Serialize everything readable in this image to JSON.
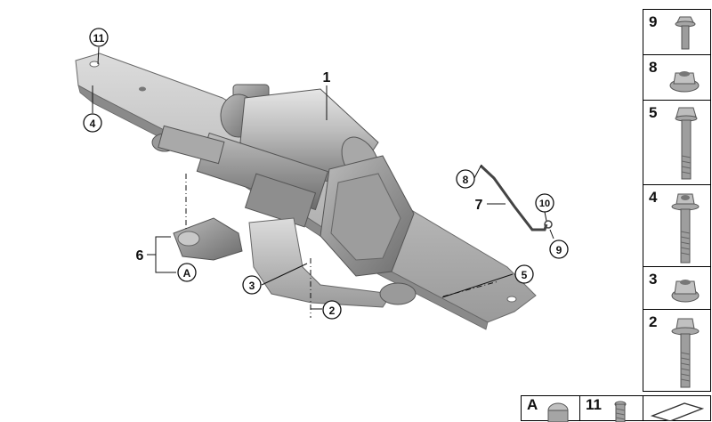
{
  "callouts": {
    "c11": "11",
    "c4": "4",
    "c1": "1",
    "c8": "8",
    "c7": "7",
    "c10": "10",
    "c9": "9",
    "c6": "6",
    "cA": "A",
    "c3": "3",
    "c2": "2",
    "c5": "5"
  },
  "parts_panel": [
    "9",
    "8",
    "5",
    "4",
    "3",
    "2"
  ],
  "bottom_panel": [
    "A",
    "11"
  ]
}
